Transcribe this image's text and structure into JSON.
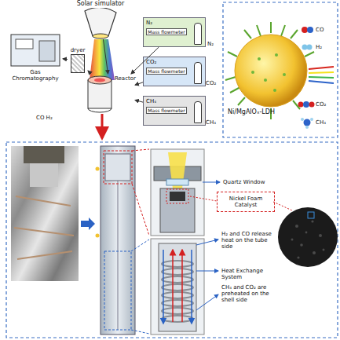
{
  "diagram": {
    "nodes": [
      {
        "text": [
          "Solar simulator"
        ]
      },
      {
        "text": [
          "Gas Chromatography"
        ]
      },
      {
        "text": [
          "dryer"
        ]
      },
      {
        "text": [
          "Reactor"
        ]
      },
      {
        "text": [
          "N₂",
          "Mass flowmeter"
        ]
      },
      {
        "text": [
          "CO₂",
          "Mass flowmeter"
        ]
      },
      {
        "text": [
          "CH₄",
          "Mass flowmeter"
        ]
      },
      {
        "text": [
          "Nickel Foam Catalyst"
        ]
      }
    ],
    "edges": [
      {
        "from": 0,
        "to": 3,
        "arrow": "to"
      },
      {
        "from": 3,
        "to": 2,
        "arrow": "to"
      },
      {
        "from": 2,
        "to": 1,
        "arrow": "to"
      },
      {
        "from": 4,
        "to": 3,
        "arrow": "to"
      },
      {
        "from": 5,
        "to": 3,
        "arrow": "to"
      },
      {
        "from": 6,
        "to": 3,
        "arrow": "to"
      }
    ],
    "labels": [
      "CO H₂",
      "N₂",
      "CO₂",
      "CH₄",
      "Ni/MgAlOₓ-LDH",
      "CO",
      "H₂",
      "CO₂",
      "CH₄",
      "Quartz Window",
      "H₂ and CO release heat on the tube side",
      "Heat Exchange System",
      "CH₄ and CO₂ are preheated on the shell side"
    ]
  }
}
